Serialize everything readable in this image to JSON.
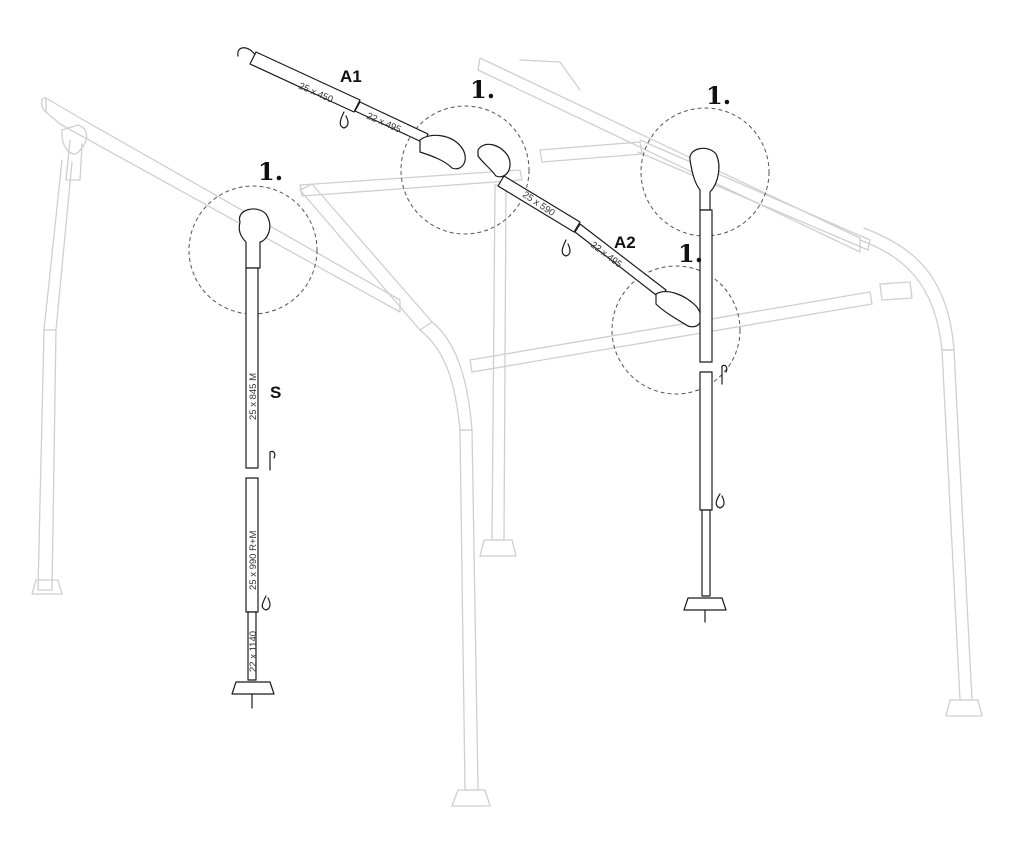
{
  "callouts": {
    "step_left": "1.",
    "step_center": "1.",
    "step_right": "1.",
    "step_lower_right": "1."
  },
  "parts": {
    "a1": {
      "label": "A1",
      "segments": [
        "25 x 450",
        "22 x 495"
      ]
    },
    "a2": {
      "label": "A2",
      "segments": [
        "25 x 590",
        "22 x 495"
      ]
    },
    "s": {
      "label": "S",
      "segments": [
        "25 x 845 M",
        "25 x 990 R+M",
        "22 x 1140"
      ]
    }
  },
  "colors": {
    "ink": "#1a1a1a",
    "ghost": "#cfcfcf",
    "callout_circle": "#555555"
  },
  "icons": [
    "hook-icon",
    "spring-clip-icon",
    "pin-icon",
    "ground-plate-icon",
    "joint-connector-icon"
  ]
}
